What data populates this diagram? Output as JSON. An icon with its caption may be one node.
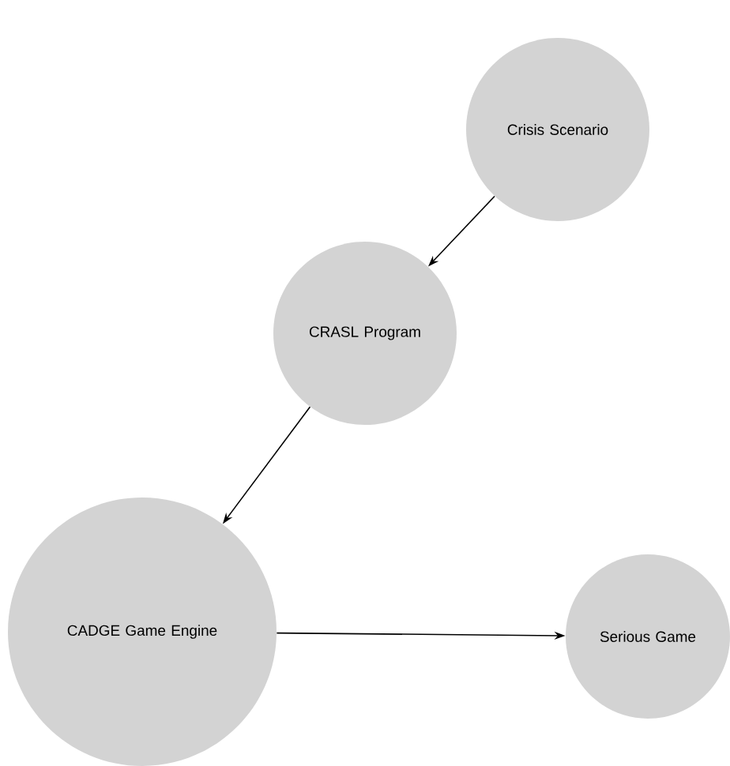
{
  "diagram": {
    "nodes": [
      {
        "text": [
          "Crisis Scenario"
        ]
      },
      {
        "text": [
          "CRASL Program"
        ]
      },
      {
        "text": [
          "CADGE Game Engine"
        ]
      },
      {
        "text": [
          "Serious Game"
        ]
      }
    ],
    "edges": [
      {
        "from": 0,
        "to": 1,
        "arrow": "to"
      },
      {
        "from": 1,
        "to": 2,
        "arrow": "to"
      },
      {
        "from": 2,
        "to": 3,
        "arrow": "to"
      }
    ]
  }
}
